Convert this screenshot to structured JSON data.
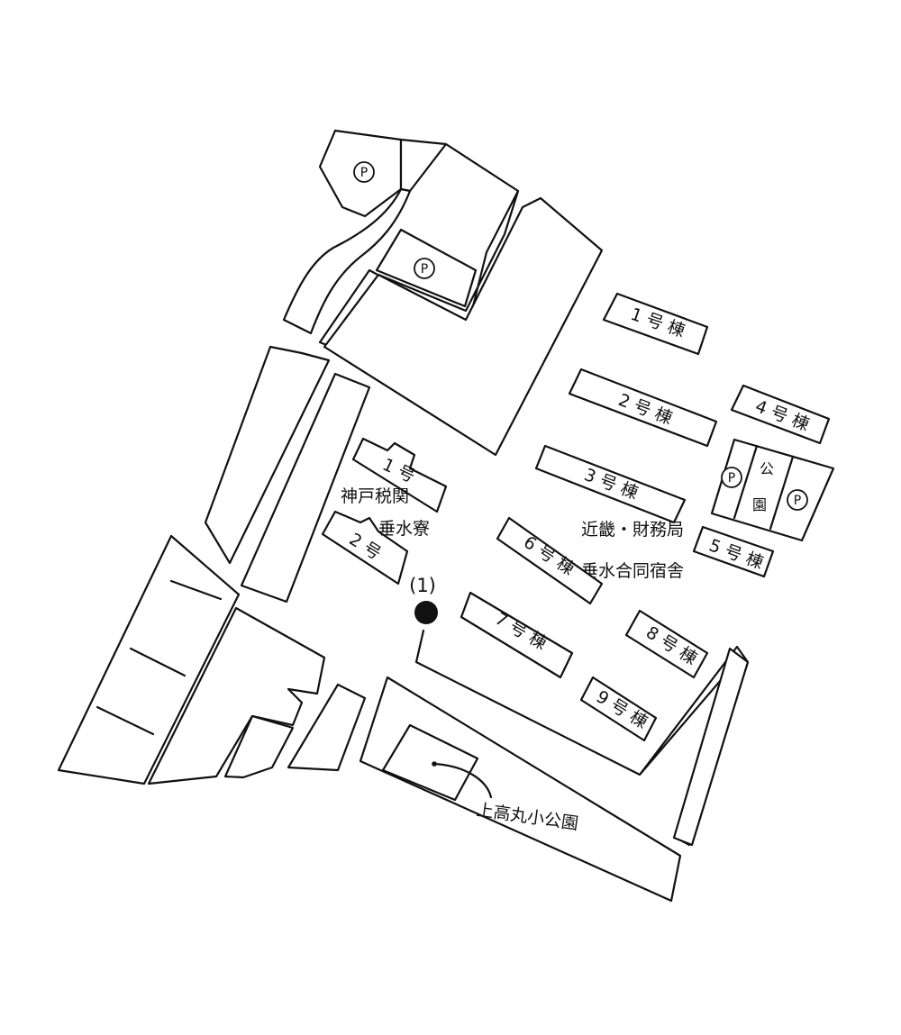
{
  "buildings": {
    "b1": "1 号 棟",
    "b2": "2 号 棟",
    "b3": "3 号 棟",
    "b4": "4 号 棟",
    "b5": "5 号 棟",
    "b6": "6 号 棟",
    "b7": "7 号 棟",
    "b8": "8 号 棟",
    "b9": "9 号 棟"
  },
  "dorm": {
    "name_line1": "神戸税関",
    "name_line2": "垂水寮",
    "wing1": "1 号",
    "wing2": "2 号"
  },
  "kinki": {
    "line1": "近畿・財務局",
    "line2": "垂水合同宿舎"
  },
  "park": {
    "char1": "公",
    "char2": "園"
  },
  "parking_symbol": "P",
  "marker": {
    "label": "(1)",
    "color": "#111111"
  },
  "small_park": "上高丸小公園"
}
